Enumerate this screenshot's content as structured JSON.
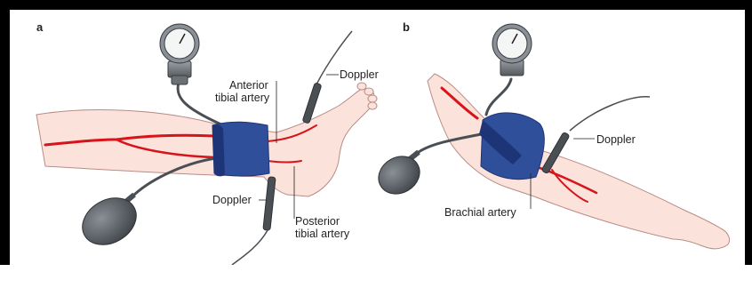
{
  "panels": {
    "a": {
      "letter": "a",
      "anterior_label_line1": "Anterior",
      "anterior_label_line2": "tibial artery",
      "doppler_top_label": "Doppler",
      "doppler_bottom_label": "Doppler",
      "posterior_label_line1": "Posterior",
      "posterior_label_line2": "tibial artery"
    },
    "b": {
      "letter": "b",
      "doppler_label": "Doppler",
      "brachial_label": "Brachial artery"
    }
  },
  "icons": {
    "gauge": "sphygmomanometer-gauge-icon",
    "bulb": "inflation-bulb-icon",
    "cuff": "blood-pressure-cuff-icon",
    "probe": "doppler-probe-icon"
  },
  "colors": {
    "cuff": "#2f4f9b",
    "cuff_dark": "#1d3577",
    "artery": "#d7141a",
    "skin": "#fbe3dc",
    "skin_outline": "#b98c86",
    "bulb": "#4d5257",
    "tube": "#4a4f54",
    "gauge_body": "#6b7075"
  }
}
